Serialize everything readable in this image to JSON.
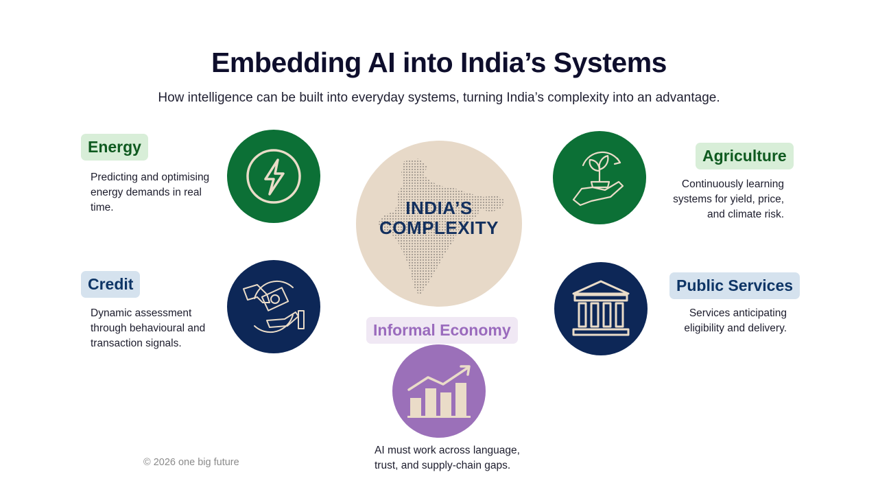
{
  "header": {
    "title": "Embedding AI into India’s Systems",
    "subtitle": "How intelligence can be built into everyday systems, turning India’s complexity into an advantage."
  },
  "center": {
    "line1": "INDIA’S",
    "line2": "COMPLEXITY",
    "icon": "india-map-icon",
    "color": "#e7d9c8"
  },
  "nodes": {
    "energy": {
      "label": "Energy",
      "description": [
        "Predicting and optimising",
        "energy demands in real",
        "time."
      ],
      "icon": "lightning-bolt-icon",
      "color": "#0c7036"
    },
    "credit": {
      "label": "Credit",
      "description": [
        "Dynamic assessment",
        "through behavioural and",
        "transaction signals."
      ],
      "icon": "money-exchange-hands-icon",
      "color": "#0d2757"
    },
    "agriculture": {
      "label": "Agriculture",
      "description": [
        "Continuously learning",
        "systems for yield, price,",
        "and climate risk."
      ],
      "icon": "hand-plant-icon",
      "color": "#0c7036"
    },
    "public_services": {
      "label": "Public Services",
      "description": [
        "Services anticipating",
        "eligibility and delivery."
      ],
      "icon": "government-building-icon",
      "color": "#0d2757"
    },
    "informal_economy": {
      "label": "Informal Economy",
      "description": [
        "AI must work across language,",
        "trust, and supply-chain gaps."
      ],
      "icon": "growth-chart-icon",
      "color": "#9b70b9"
    }
  },
  "footer": {
    "copyright": "© 2026 one big future"
  }
}
